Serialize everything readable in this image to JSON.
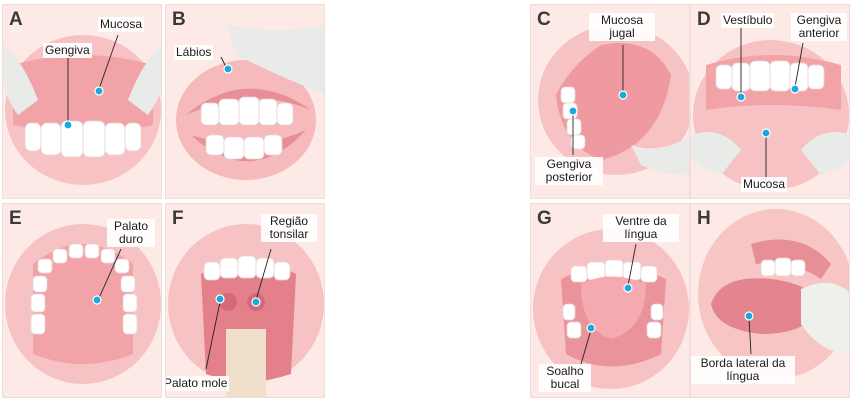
{
  "colors": {
    "gum": "#f2a3a8",
    "mucosa": "#f7c2c4",
    "tooth": "#ffffff",
    "marker": "#19a9e1",
    "glove": "#e8ebe8"
  },
  "panels": [
    {
      "letter": "A",
      "labels": [
        "Mucosa",
        "Gengiva"
      ]
    },
    {
      "letter": "B",
      "labels": [
        "Lábios"
      ]
    },
    {
      "letter": "C",
      "labels": [
        "Mucosa jugal",
        "Gengiva posterior"
      ]
    },
    {
      "letter": "D",
      "labels": [
        "Vestíbulo",
        "Gengiva anterior",
        "Mucosa"
      ]
    },
    {
      "letter": "E",
      "labels": [
        "Palato duro"
      ]
    },
    {
      "letter": "F",
      "labels": [
        "Região tonsilar",
        "Palato mole"
      ]
    },
    {
      "letter": "G",
      "labels": [
        "Ventre da língua",
        "Soalho bucal"
      ]
    },
    {
      "letter": "H",
      "labels": [
        "Borda lateral da língua"
      ]
    }
  ]
}
